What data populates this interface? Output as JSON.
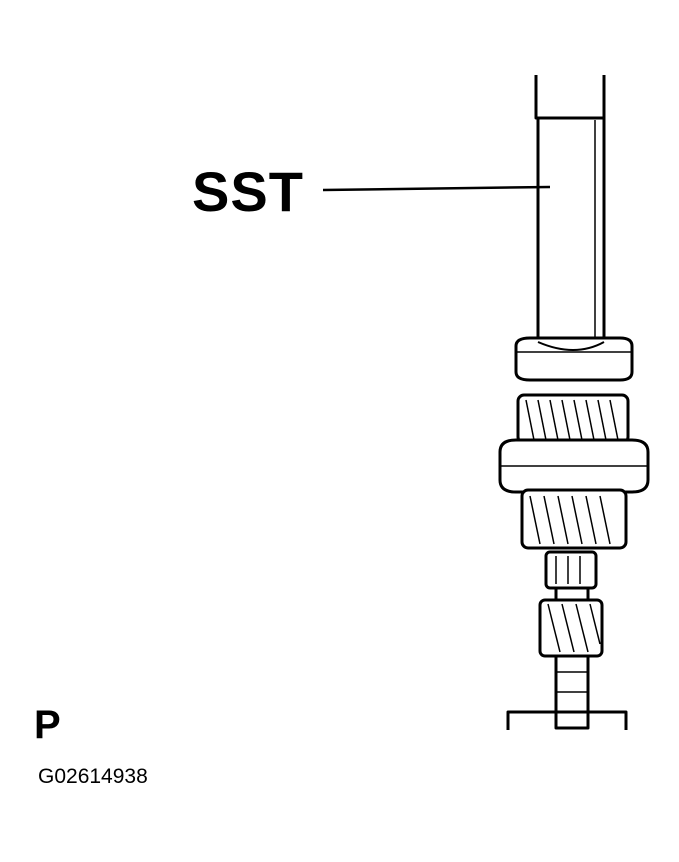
{
  "callouts": {
    "sst_label": "SST"
  },
  "view_label": "P",
  "figure_code": "G02614938"
}
